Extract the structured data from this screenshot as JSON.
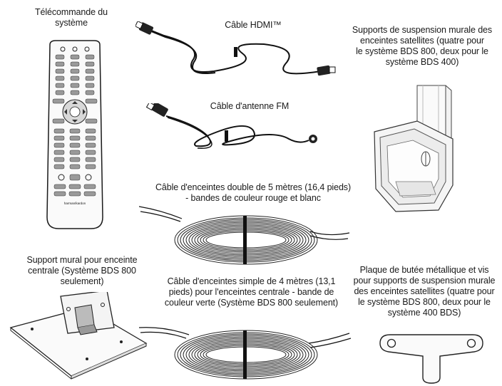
{
  "items": [
    {
      "label": "Télécommande du\nsystème",
      "icon": "remote-control"
    },
    {
      "label": "Câble HDMI™",
      "icon": "hdmi-cable"
    },
    {
      "label": "Câble d'antenne FM",
      "icon": "fm-antenna-cable"
    },
    {
      "label": "Supports de suspension murale des\nenceintes satellites (quatre pour\nle système BDS 800, deux pour le\nsystème BDS 400)",
      "icon": "wall-bracket-satellite"
    },
    {
      "label": "Câble d'enceintes double de 5 mètres (16,4 pieds)\n- bandes de couleur rouge et blanc",
      "icon": "speaker-wire-coil"
    },
    {
      "label": "Support mural pour enceinte\ncentrale (Système BDS 800\nseulement)",
      "icon": "center-speaker-bracket"
    },
    {
      "label": "Câble d'enceintes simple de 4 mètres (13,1\npieds) pour l'enceintes centrale - bande de\ncouleur verte (Système BDS 800 seulement)",
      "icon": "speaker-wire-coil"
    },
    {
      "label": "Plaque de butée métallique et vis\npour supports de suspension murale\ndes enceintes satellites (quatre pour\nle système BDS 800, deux pour le\nsystème 400 BDS)",
      "icon": "metal-stop-plate"
    }
  ],
  "remote_brand": "harman/kardon"
}
